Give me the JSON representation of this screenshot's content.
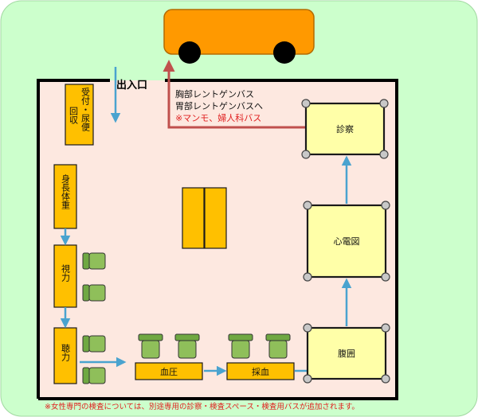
{
  "entrance": {
    "label": "出入口"
  },
  "stations": {
    "reception": {
      "lines": [
        "受付・尿便",
        "回収"
      ]
    },
    "height_weight": {
      "label": "身長体重"
    },
    "vision": {
      "label": "視力"
    },
    "hearing": {
      "label": "聴力"
    },
    "blood_pressure": {
      "label": "血圧"
    },
    "blood_draw": {
      "label": "採血"
    },
    "abdomen": {
      "label": "腹囲"
    },
    "ecg": {
      "label": "心電図"
    },
    "consultation": {
      "label": "診察"
    }
  },
  "bus_note": {
    "line1": "胸部レントゲンバス",
    "line2": "胃部レントゲンバスへ",
    "line3": "※マンモ、婦人科バス"
  },
  "footnote": "※女性専門の検査については、別途専用の診察・検査スペース・検査用バスが追加されます。",
  "colors": {
    "background": "#ccffcc",
    "floor": "#fde8e0",
    "bus": "#ff9900",
    "station": "#ffc000",
    "exam_room": "#ffffa8",
    "flow_arrow": "#4aa3cf",
    "exit_arrow": "#c0504d",
    "note_red": "#e02020",
    "chair": "#8fbf5a"
  }
}
